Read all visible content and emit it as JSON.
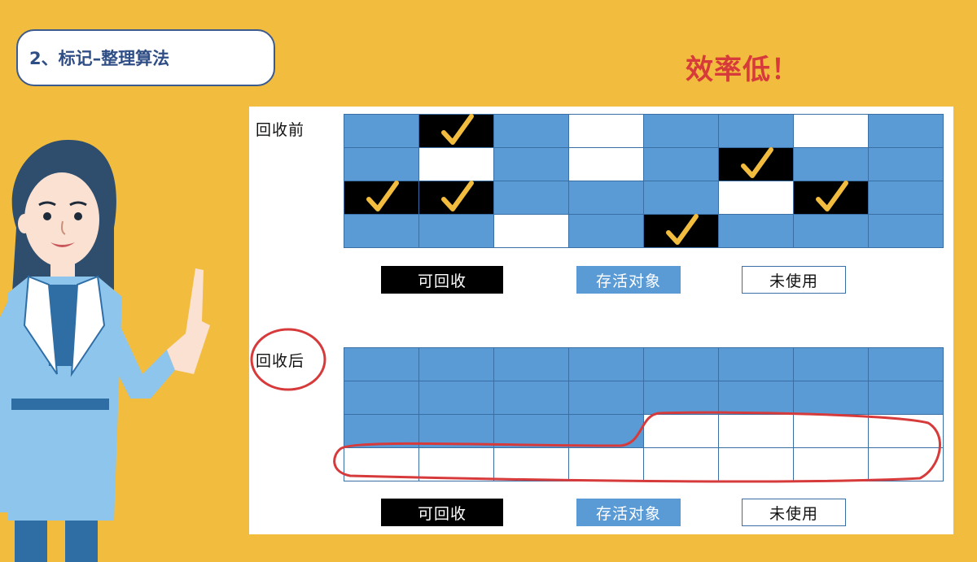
{
  "title": "2、标记–整理算法",
  "headline": "效率低！",
  "before": {
    "label": "回收前",
    "rows": [
      [
        "live",
        "reclaim",
        "live",
        "unused",
        "live",
        "live",
        "unused",
        "live"
      ],
      [
        "live",
        "unused",
        "live",
        "unused",
        "live",
        "reclaim",
        "live",
        "live"
      ],
      [
        "reclaim",
        "reclaim",
        "live",
        "live",
        "live",
        "unused",
        "reclaim",
        "live"
      ],
      [
        "live",
        "live",
        "unused",
        "live",
        "reclaim",
        "live",
        "live",
        "live"
      ]
    ]
  },
  "after": {
    "label": "回收后",
    "rows": [
      [
        "live",
        "live",
        "live",
        "live",
        "live",
        "live",
        "live",
        "live"
      ],
      [
        "live",
        "live",
        "live",
        "live",
        "live",
        "live",
        "live",
        "live"
      ],
      [
        "live",
        "live",
        "live",
        "live",
        "unused",
        "unused",
        "unused",
        "unused"
      ],
      [
        "unused",
        "unused",
        "unused",
        "unused",
        "unused",
        "unused",
        "unused",
        "unused"
      ]
    ]
  },
  "legend": {
    "reclaimable": "可回收",
    "live": "存活对象",
    "unused": "未使用"
  },
  "colors": {
    "background": "#F2BC3E",
    "live": "#5B9BD5",
    "reclaimable": "#000000",
    "unused": "#FFFFFF",
    "check": "#F2BC3E",
    "annotation": "#D73A3A"
  },
  "illustration": "woman-pointing-icon"
}
